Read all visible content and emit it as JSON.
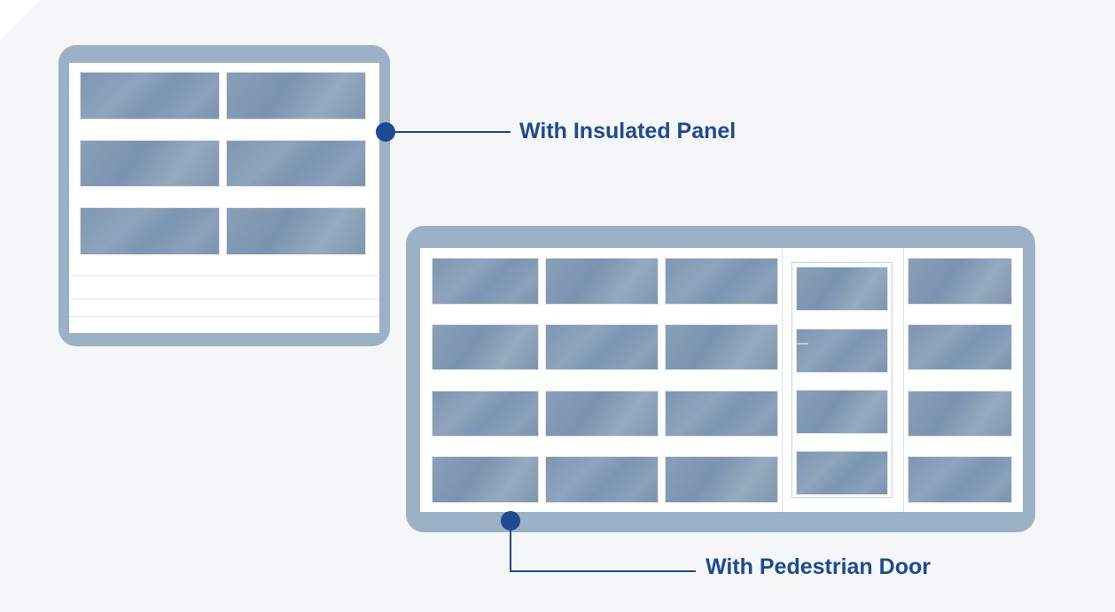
{
  "callouts": {
    "insulated_panel": "With Insulated Panel",
    "pedestrian_door": "With Pedestrian Door"
  },
  "colors": {
    "accent": "#1d4a93",
    "frame": "#9cb0c6",
    "glass": "#8299b3",
    "background": "#f5f6f7"
  },
  "doors": [
    {
      "name": "insulated-panel-door",
      "glass_rows": 3,
      "glass_cols": 2,
      "solid_panel_rows": 3
    },
    {
      "name": "pedestrian-door-door",
      "glass_rows": 4,
      "glass_cols": 5,
      "pedestrian_door_column": 4
    }
  ]
}
